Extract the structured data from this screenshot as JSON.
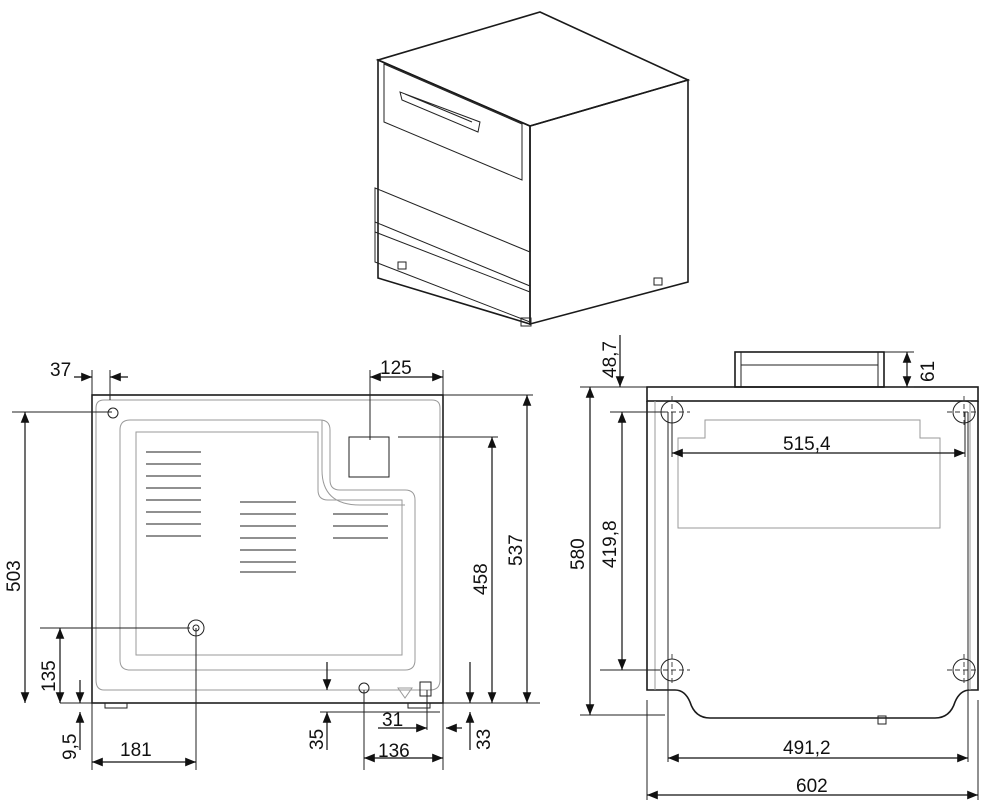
{
  "dimensions": {
    "rear_view": {
      "d37": "37",
      "d125": "125",
      "d503": "503",
      "d458": "458",
      "d537": "537",
      "d135": "135",
      "d9_5": "9,5",
      "d181": "181",
      "d35": "35",
      "d31": "31",
      "d136": "136",
      "d33": "33"
    },
    "top_view": {
      "d48_7": "48,7",
      "d61": "61",
      "d580": "580",
      "d419_8": "419,8",
      "d515_4": "515,4",
      "d491_2": "491,2",
      "d602": "602"
    }
  }
}
